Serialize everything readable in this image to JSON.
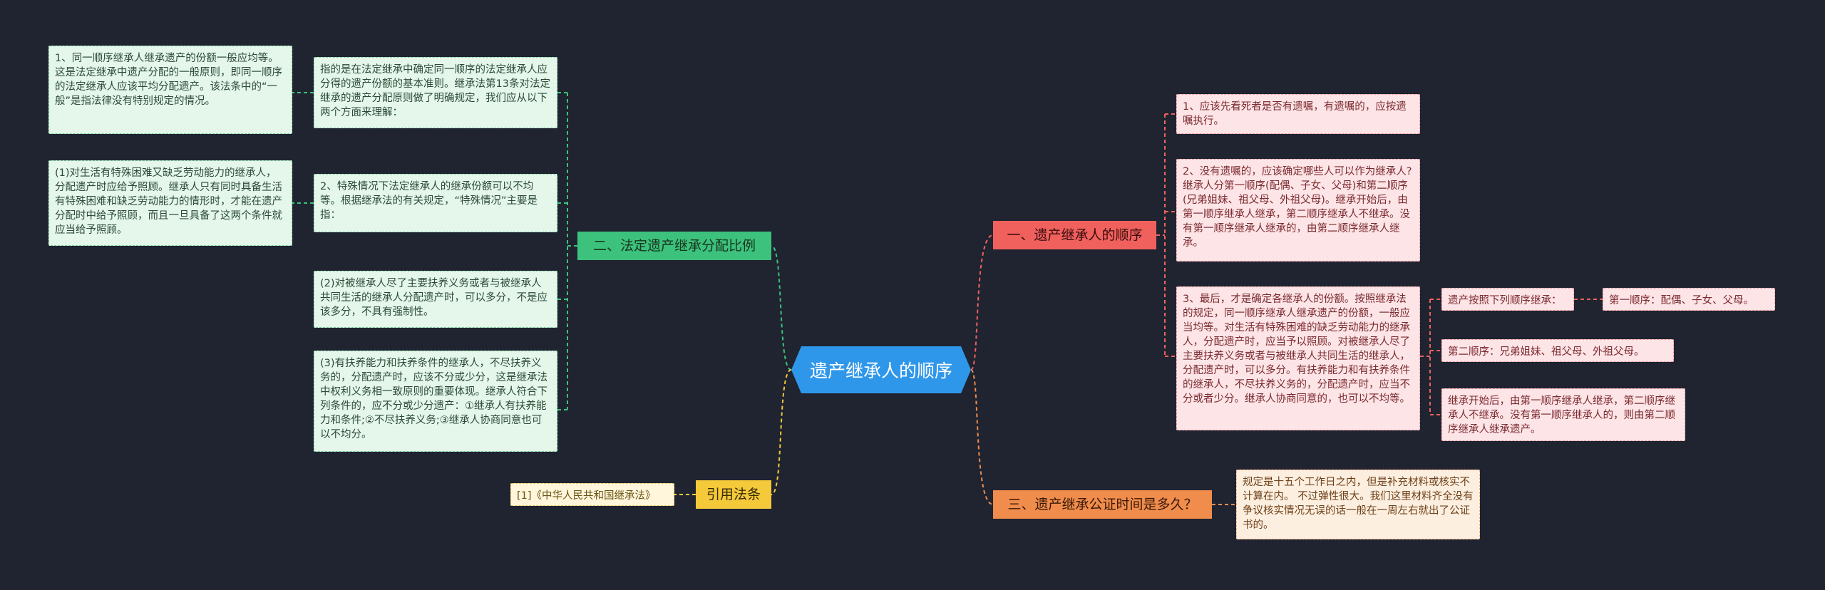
{
  "root": {
    "label": "遗产继承人的顺序"
  },
  "branches": {
    "ratio": {
      "label": "二、法定遗产继承分配比例"
    },
    "order": {
      "label": "一、遗产继承人的顺序"
    },
    "notary": {
      "label": "三、遗产继承公证时间是多久？"
    },
    "law": {
      "label": "引用法条"
    }
  },
  "ratio_children": {
    "c1": "指的是在法定继承中确定同一顺序的法定继承人应分得的遗产份额的基本准则。继承法第13条对法定继承的遗产分配原则做了明确规定，我们应从以下两个方面来理解：",
    "c1_detail": "1、同一顺序继承人继承遗产的份额一般应均等。这是法定继承中遗产分配的一般原则，即同一顺序的法定继承人应该平均分配遗产。该法条中的“一般”是指法律没有特别规定的情况。",
    "c2": "2、特殊情况下法定继承人的继承份额可以不均等。根据继承法的有关规定，“特殊情况”主要是指：",
    "c2_detail": "(1)对生活有特殊困难又缺乏劳动能力的继承人，分配遗产时应给予照顾。继承人只有同时具备生活有特殊困难和缺乏劳动能力的情形时，才能在遗产分配时中给予照顾，而且一旦具备了这两个条件就应当给予照顾。",
    "c3": "(2)对被继承人尽了主要扶养义务或者与被继承人共同生活的继承人分配遗产时，可以多分，不是应该多分，不具有强制性。",
    "c4": "(3)有扶养能力和扶养条件的继承人，不尽扶养义务的，分配遗产时，应该不分或少分，这是继承法中权利义务相一致原则的重要体现。继承人符合下列条件的，应不分或少分遗产：①继承人有扶养能力和条件;②不尽扶养义务;③继承人协商同意也可以不均分。"
  },
  "order_children": {
    "c1": "1、应该先看死者是否有遗嘱，有遗嘱的，应按遗嘱执行。",
    "c2": "2、没有遗嘱的，应该确定哪些人可以作为继承人?继承人分第一顺序(配偶、子女、父母)和第二顺序(兄弟姐妹、祖父母、外祖父母)。继承开始后，由第一顺序继承人继承，第二顺序继承人不继承。没有第一顺序继承人继承的，由第二顺序继承人继承。",
    "c3": "3、最后，才是确定各继承人的份额。按照继承法的规定，同一顺序继承人继承遗产的份额，一般应当均等。对生活有特殊困难的缺乏劳动能力的继承人，分配遗产时，应当予以照顾。对被继承人尽了主要扶养义务或者与被继承人共同生活的继承人，分配遗产时，可以多分。有扶养能力和有扶养条件的继承人，不尽扶养义务的，分配遗产时，应当不分或者少分。继承人协商同意的，也可以不均等。",
    "g1": "遗产按照下列顺序继承：",
    "g1_detail": "第一顺序：配偶、子女、父母。",
    "g2": "第二顺序：兄弟姐妹、祖父母、外祖父母。",
    "g3": "继承开始后，由第一顺序继承人继承，第二顺序继承人不继承。没有第一顺序继承人的，则由第二顺序继承人继承遗产。"
  },
  "notary_children": {
    "c1": "规定是十五个工作日之内，但是补充材料或核实不计算在内。 不过弹性很大。我们这里材料齐全没有争议核实情况无误的话一般在一周左右就出了公证书的。"
  },
  "law_children": {
    "c1": "[1]《中华人民共和国继承法》"
  },
  "colors": {
    "background": "#1f2430",
    "root": "#2f97ea",
    "green": "#3cc27c",
    "red": "#f0615e",
    "orange": "#f08c4c",
    "yellow": "#f4c93a"
  }
}
